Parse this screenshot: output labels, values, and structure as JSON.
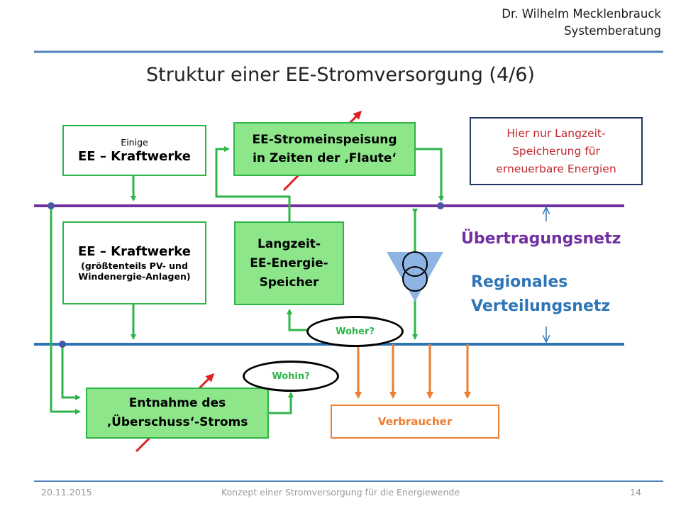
{
  "header": {
    "author_line1": "Dr. Wilhelm Mecklenbrauck",
    "author_line2": "Systemberatung",
    "title": "Struktur einer EE-Stromversorgung (4/6)"
  },
  "boxes": {
    "some_plants": {
      "small": "Einige",
      "big": "EE – Kraftwerke"
    },
    "feed_in": {
      "line1": "EE-Stromeinspeisung",
      "line2": "in Zeiten der ‚Flaute‘"
    },
    "plants": {
      "big": "EE – Kraftwerke",
      "sub1": "(größtenteils PV- und",
      "sub2": "Windenergie-Anlagen)"
    },
    "storage": {
      "line1": "Langzeit-",
      "line2": "EE-Energie-",
      "line3": "Speicher"
    },
    "surplus": {
      "line1": "Entnahme des",
      "line2": "‚Überschuss‘-Stroms"
    },
    "consumer": "Verbraucher"
  },
  "note": {
    "line1": "Hier nur Langzeit-",
    "line2": "Speicherung für",
    "line3": "erneuerbare Energien"
  },
  "ovals": {
    "woher": "Woher?",
    "wohin": "Wohin?"
  },
  "networks": {
    "transmission": "Übertragungsnetz",
    "regional_line1": "Regionales",
    "regional_line2": "Verteilungsnetz"
  },
  "colors": {
    "transmission": "#7030a0",
    "regional": "#2e75b6",
    "green": "#2fb44a",
    "box_fill": "#8ee68a",
    "orange": "#ed7d31",
    "red": "#e02020",
    "transformer": "#8eb4e3"
  },
  "footer": {
    "date": "20.11.2015",
    "center": "Konzept einer Stromversorgung für die Energiewende",
    "page": "14"
  }
}
